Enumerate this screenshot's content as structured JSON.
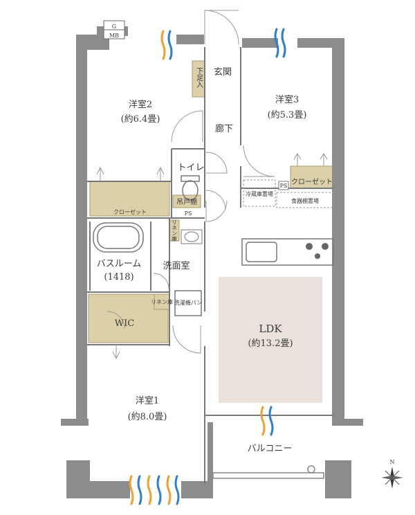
{
  "rooms": {
    "western1": {
      "name": "洋室1",
      "size": "(約8.0畳)"
    },
    "western2": {
      "name": "洋室2",
      "size": "(約6.4畳)"
    },
    "western3": {
      "name": "洋室3",
      "size": "(約5.3畳)"
    },
    "ldk": {
      "name": "LDK",
      "size": "(約13.2畳)"
    },
    "entrance": "玄関",
    "hallway": "廊下",
    "toilet": "トイレ",
    "washroom": "洗面室",
    "bathroom": {
      "name": "バスルーム",
      "size": "(1418)"
    },
    "wic": "WIC",
    "balcony": "バルコニー"
  },
  "storage": {
    "closet_left": "クローゼット",
    "closet_right": "クローゼット",
    "shoe_box": "下足入",
    "hanging_shelf": "吊戸棚",
    "linen1": "リネン庫",
    "linen2": "リネン庫",
    "washer": "洗濯機パン",
    "fridge": "冷蔵庫置場",
    "dish_shelf": "食器棚置場",
    "ps1": "PS",
    "ps2": "PS",
    "gmb_g": "G",
    "gmb_mb": "MB"
  },
  "colors": {
    "wall": "#8c8c8c",
    "ldk_floor": "#e9e1da",
    "storage_fill": "#dcd0a8",
    "wind_blue": "#2f7fd0",
    "wind_orange": "#f0a030"
  },
  "icons": [
    "compass-icon",
    "ventilation-arrow-icon",
    "kitchen-stove-icon",
    "sink-icon",
    "bathtub-icon",
    "toilet-icon"
  ]
}
